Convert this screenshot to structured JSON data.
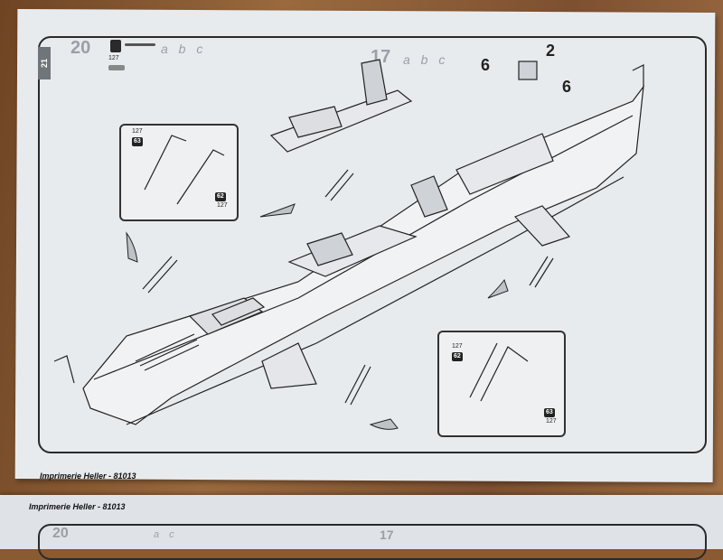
{
  "step": {
    "number": "20",
    "paint_letters": "a b c",
    "page_marker": "21"
  },
  "sub_step": {
    "number": "17",
    "letters": "a b c"
  },
  "callouts": {
    "part_2": "2",
    "part_6_left": "6",
    "part_6_right": "6"
  },
  "inset_top": {
    "label_a_code": "63",
    "label_a_num": "127",
    "label_b_code": "62",
    "label_b_num": "127"
  },
  "inset_bottom": {
    "label_a_code": "62",
    "label_a_num": "127",
    "label_b_code": "63",
    "label_b_num": "127"
  },
  "paint_icon_label": "127",
  "footer": {
    "text": "Imprimerie Heller - 81013"
  },
  "next_page": {
    "footer_text": "Imprimerie Heller - 81013",
    "step_number": "20",
    "sub_step_number": "17",
    "letters": "a c"
  }
}
